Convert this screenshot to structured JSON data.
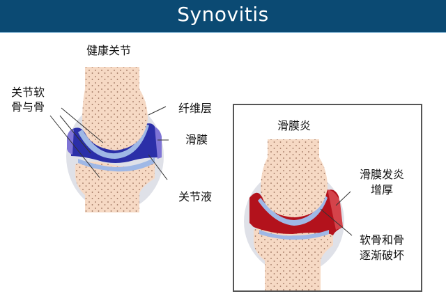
{
  "header": {
    "title": "Synovitis"
  },
  "healthy_joint": {
    "title": "健康关节",
    "labels": {
      "cartilage_bone_line1": "关节软",
      "cartilage_bone_line2": "骨与骨",
      "fibrous_layer": "纤维层",
      "synovium": "滑膜",
      "synovial_fluid": "关节液"
    }
  },
  "synovitis_joint": {
    "title": "滑膜炎",
    "labels": {
      "inflamed_line1": "滑膜发炎",
      "inflamed_line2": "增厚",
      "destruction_line1": "软骨和骨",
      "destruction_line2": "逐渐破坏"
    }
  },
  "colors": {
    "header_bg": "#0b4a73",
    "bone": "#f6d9c4",
    "capsule": "#dfe1e8",
    "synovium_healthy": "#2b2fa8",
    "cartilage": "#9fb8e6",
    "synovium_inflamed": "#b3121c"
  }
}
